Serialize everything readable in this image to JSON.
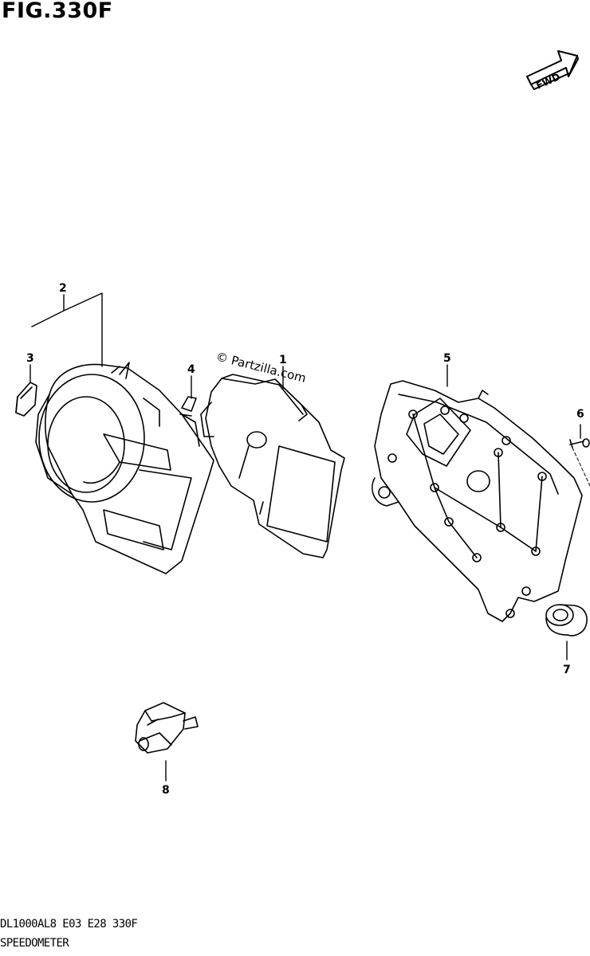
{
  "title": "FIG.330F",
  "fwd_label": "FWD",
  "watermark": "© Partzilla.com",
  "footer": {
    "code": "DL1000AL8  E03  E28  330F",
    "name": "SPEEDOMETER"
  },
  "callouts": [
    {
      "id": "1",
      "label": "1"
    },
    {
      "id": "2",
      "label": "2"
    },
    {
      "id": "3",
      "label": "3"
    },
    {
      "id": "4",
      "label": "4"
    },
    {
      "id": "5",
      "label": "5"
    },
    {
      "id": "6",
      "label": "6"
    },
    {
      "id": "7",
      "label": "7"
    },
    {
      "id": "8",
      "label": "8"
    }
  ],
  "colors": {
    "line": "#000000",
    "background": "#ffffff"
  }
}
